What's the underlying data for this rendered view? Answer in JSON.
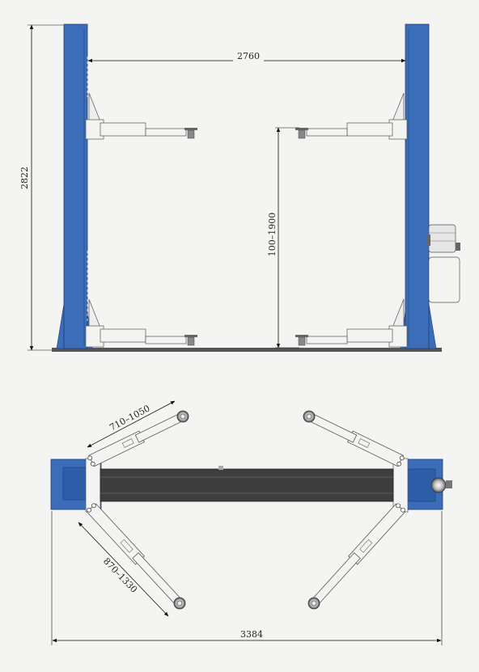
{
  "dimensions": {
    "column_spacing": "2760",
    "total_height": "2822",
    "lift_range": "100–1900",
    "short_arm_range": "710–1050",
    "long_arm_range": "870–1330",
    "overall_width": "3384"
  },
  "colors": {
    "column_blue": "#3b6db8",
    "column_blue_dark": "#2a5597",
    "arm_fill": "#f3f3f1",
    "arm_stroke": "#555555",
    "base_dark": "#3e3e3e",
    "dim_line": "#111111",
    "background": "#f4f4f2"
  },
  "icons": {
    "motor": "motor-pump-unit-icon",
    "arm_pad": "lift-pad-icon"
  }
}
